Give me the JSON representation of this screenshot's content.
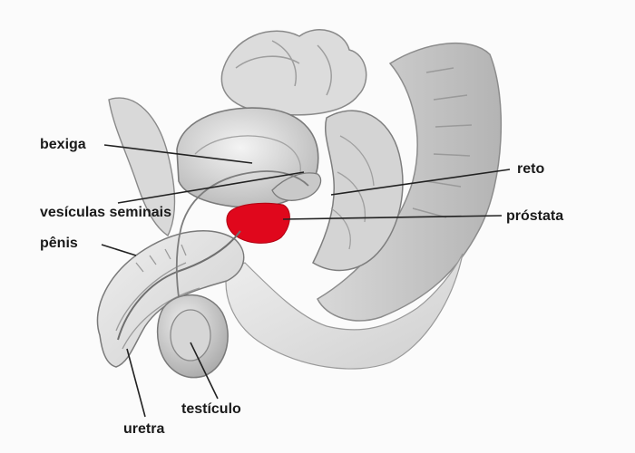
{
  "labels": {
    "bexiga": "bexiga",
    "vesiculas_seminais": "vesículas seminais",
    "penis": "pênis",
    "reto": "reto",
    "prostata": "próstata",
    "testiculo": "testículo",
    "uretra": "uretra"
  },
  "colors": {
    "prostate": "#e0071c",
    "tissue_light": "#e6e6e6",
    "tissue_mid": "#c8c8c8",
    "tissue_dark": "#8a8a8a",
    "leader_line": "#222222",
    "background": "#fbfbfb"
  }
}
